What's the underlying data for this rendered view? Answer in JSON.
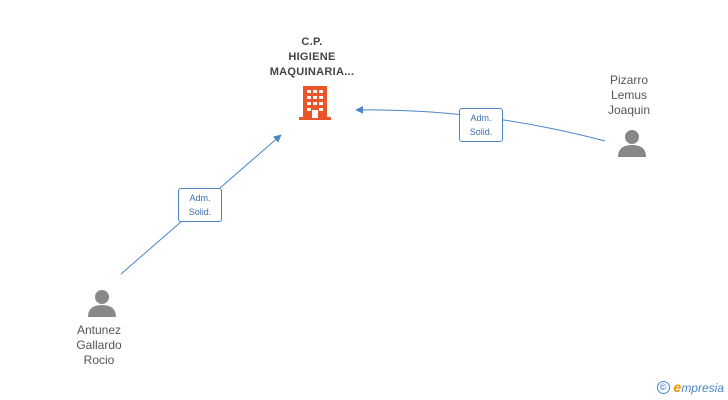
{
  "company": {
    "name_lines": [
      "C.P.",
      "HIGIENE",
      "MAQUINARIA..."
    ],
    "icon": "building-icon",
    "color": "#e8562a"
  },
  "people": [
    {
      "id": "pizarro",
      "name_lines": [
        "Pizarro",
        "Lemus",
        "Joaquin"
      ],
      "icon": "person-icon"
    },
    {
      "id": "antunez",
      "name_lines": [
        "Antunez",
        "Gallardo",
        "Rocio"
      ],
      "icon": "person-icon"
    }
  ],
  "relations": [
    {
      "from": "pizarro",
      "to": "company",
      "role_lines": [
        "Adm.",
        "Solid."
      ]
    },
    {
      "from": "antunez",
      "to": "company",
      "role_lines": [
        "Adm.",
        "Solid."
      ]
    }
  ],
  "watermark": {
    "symbol": "©",
    "brand_first": "e",
    "brand_rest": "mpresia"
  },
  "colors": {
    "edge": "#4a86c8",
    "person": "#888888",
    "text": "#555555"
  }
}
